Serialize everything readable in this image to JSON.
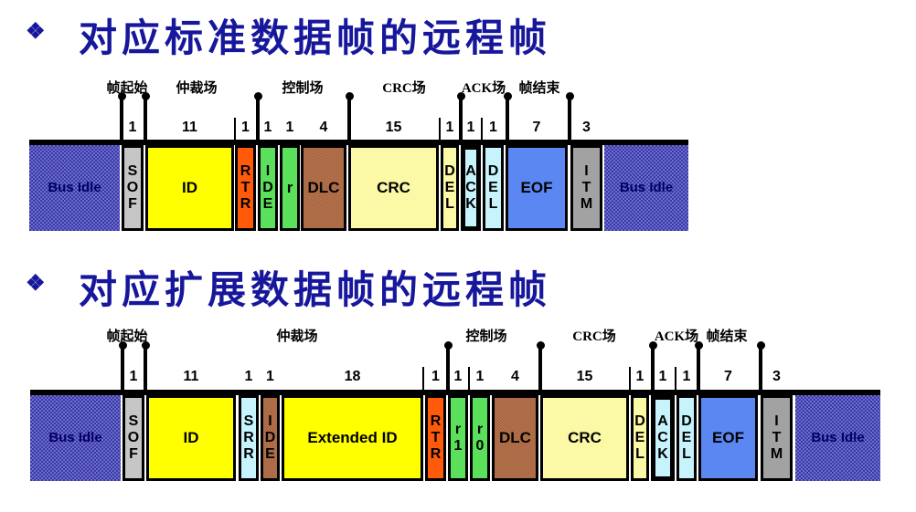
{
  "colors": {
    "title": "#17179c",
    "bar": "#000000",
    "bus_idle_light": "#6b6bd6",
    "bus_idle_dark": "#3b3b9e",
    "bus_idle_text": "#000066",
    "sof_gray": "#c6c6c6",
    "id_yellow": "#ffff00",
    "rtr_orange": "#ff5a0a",
    "reserved_green": "#5ae05a",
    "dlc_brown": "#b87a54",
    "dlc_brown_dark": "#a25f3a",
    "crc_pale_yellow": "#fbf8a6",
    "ack_pale_cyan": "#c7f3fd",
    "eof_blue": "#5b87f2",
    "itm_gray": "#a2a2a2"
  },
  "sections": [
    {
      "bullet": "❖",
      "title": "对应标准数据帧的远程帧",
      "field_labels": [
        "帧起始",
        "仲裁场",
        "控制场",
        "CRC场",
        "ACK场",
        "帧结束"
      ],
      "segments": [
        {
          "name": "bus-idle-left",
          "label": "Bus Idle",
          "bits": "",
          "pattern": "bus-idle"
        },
        {
          "name": "sof",
          "label": "SOF",
          "bits": "1",
          "fill": "sof_gray",
          "vertical": true
        },
        {
          "name": "id",
          "label": "ID",
          "bits": "11",
          "fill": "id_yellow"
        },
        {
          "name": "rtr",
          "label": "RTR",
          "bits": "1",
          "fill": "rtr_orange",
          "vertical": true
        },
        {
          "name": "ide",
          "label": "IDE",
          "bits": "1",
          "fill": "reserved_green",
          "vertical": true
        },
        {
          "name": "r",
          "label": "r",
          "bits": "1",
          "fill": "reserved_green"
        },
        {
          "name": "dlc",
          "label": "DLC",
          "bits": "4",
          "pattern": "brown"
        },
        {
          "name": "crc",
          "label": "CRC",
          "bits": "15",
          "fill": "crc_pale_yellow"
        },
        {
          "name": "del-crc",
          "label": "DEL",
          "bits": "1",
          "fill": "crc_pale_yellow",
          "vertical": true
        },
        {
          "name": "ack",
          "label": "ACK",
          "bits": "1",
          "fill": "ack_pale_cyan",
          "vertical": true,
          "thick": true
        },
        {
          "name": "del-ack",
          "label": "DEL",
          "bits": "1",
          "fill": "ack_pale_cyan",
          "vertical": true
        },
        {
          "name": "eof",
          "label": "EOF",
          "bits": "7",
          "fill": "eof_blue"
        },
        {
          "name": "itm",
          "label": "ITM",
          "bits": "3",
          "fill": "itm_gray",
          "vertical": true
        },
        {
          "name": "bus-idle-right",
          "label": "Bus Idle",
          "bits": "",
          "pattern": "bus-idle"
        }
      ]
    },
    {
      "bullet": "❖",
      "title": "对应扩展数据帧的远程帧",
      "field_labels": [
        "帧起始",
        "仲裁场",
        "控制场",
        "CRC场",
        "ACK场",
        "帧结束"
      ],
      "segments": [
        {
          "name": "bus-idle-left",
          "label": "Bus Idle",
          "bits": "",
          "pattern": "bus-idle"
        },
        {
          "name": "sof",
          "label": "SOF",
          "bits": "1",
          "fill": "sof_gray",
          "vertical": true
        },
        {
          "name": "id",
          "label": "ID",
          "bits": "11",
          "fill": "id_yellow"
        },
        {
          "name": "srr",
          "label": "SRR",
          "bits": "1",
          "fill": "ack_pale_cyan",
          "vertical": true
        },
        {
          "name": "ide",
          "label": "IDE",
          "bits": "1",
          "pattern": "brown",
          "vertical": true
        },
        {
          "name": "extended-id",
          "label": "Extended ID",
          "bits": "18",
          "fill": "id_yellow"
        },
        {
          "name": "rtr",
          "label": "RTR",
          "bits": "1",
          "fill": "rtr_orange",
          "vertical": true
        },
        {
          "name": "r1",
          "label": "r1",
          "bits": "1",
          "fill": "reserved_green",
          "vertical": true
        },
        {
          "name": "r0",
          "label": "r0",
          "bits": "1",
          "fill": "reserved_green",
          "vertical": true
        },
        {
          "name": "dlc",
          "label": "DLC",
          "bits": "4",
          "pattern": "brown"
        },
        {
          "name": "crc",
          "label": "CRC",
          "bits": "15",
          "fill": "crc_pale_yellow"
        },
        {
          "name": "del-crc",
          "label": "DEL",
          "bits": "1",
          "fill": "crc_pale_yellow",
          "vertical": true
        },
        {
          "name": "ack",
          "label": "ACK",
          "bits": "1",
          "fill": "ack_pale_cyan",
          "vertical": true,
          "thick": true
        },
        {
          "name": "del-ack",
          "label": "DEL",
          "bits": "1",
          "fill": "ack_pale_cyan",
          "vertical": true
        },
        {
          "name": "eof",
          "label": "EOF",
          "bits": "7",
          "fill": "eof_blue"
        },
        {
          "name": "itm",
          "label": "ITM",
          "bits": "3",
          "fill": "itm_gray",
          "vertical": true
        },
        {
          "name": "bus-idle-right",
          "label": "Bus Idle",
          "bits": "",
          "pattern": "bus-idle"
        }
      ]
    }
  ]
}
